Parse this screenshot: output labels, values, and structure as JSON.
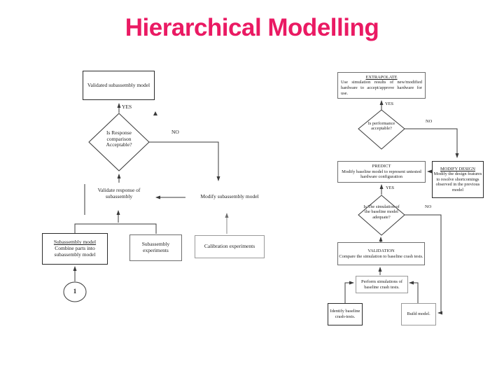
{
  "slide": {
    "title": "Hierarchical Modelling",
    "title_color": "#EA1A63",
    "line_color": "#3a3a3a"
  },
  "left_flow": {
    "validated_box": "Validated subassembly model",
    "decision": "Is Response comparison Acceptable?",
    "yes_label": "YES",
    "no_label": "NO",
    "validate_response_label": "Validate response of subassembly",
    "modify_model_label": "Modify subassembly model",
    "subassembly_model_box": {
      "title": "Subassembly model",
      "body": "Combine parts into subassembly model"
    },
    "subassembly_experiments_box": "Subassembly experiments",
    "calibration_experiments_box": "Calibration experiments",
    "offpage_connector": "1"
  },
  "right_flow": {
    "extrapolate_box": {
      "title": "EXTRAPOLATE",
      "body": "Use simulation results of new/modified hardware to accept/approve hardware for use."
    },
    "performance_decision": "Is performance acceptable?",
    "yes_label_1": "YES",
    "no_label_1": "NO",
    "predict_box": {
      "title": "PREDICT",
      "body": "Modify baseline model to represent untested hardware configuration"
    },
    "modify_design_box": {
      "title": "MODIFY DESIGN",
      "body": "Modify the design features to resolve shortcomings observed in the previous model"
    },
    "simulation_decision": "Is The simulation of the baseline model adequate?",
    "yes_label_2": "YES",
    "no_label_2": "NO",
    "validation_box": {
      "title": "VALIDATION",
      "body": "Compare the simulation to baseline crash tests."
    },
    "perform_simulations_box": "Perform simulations of baseline crash tests.",
    "identify_box": "Identify baseline crash-tests.",
    "build_model_box": "Build model."
  }
}
